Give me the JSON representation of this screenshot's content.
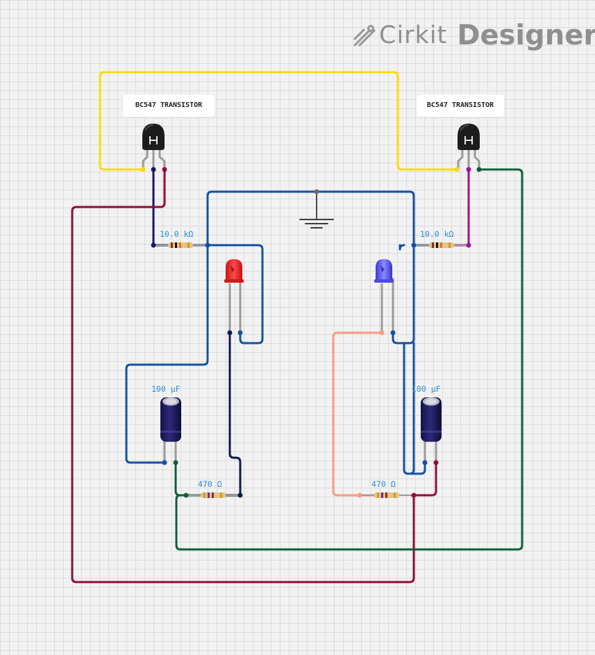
{
  "brand": {
    "name": "Cirkit",
    "product": "Designer",
    "icon": "cirkit-logo-icon"
  },
  "components": {
    "transistor_left": {
      "label": "BC547 TRANSISTOR"
    },
    "transistor_right": {
      "label": "BC547 TRANSISTOR"
    },
    "resistor_base_left": {
      "value": "10.0 kΩ"
    },
    "resistor_base_right": {
      "value": "10.0 kΩ"
    },
    "resistor_load_left": {
      "value": "470 Ω"
    },
    "resistor_load_right": {
      "value": "470 Ω"
    },
    "capacitor_left": {
      "value": "100 µF"
    },
    "capacitor_right": {
      "value": "100 µF"
    },
    "led_left": {
      "color": "red"
    },
    "led_right": {
      "color": "blue"
    },
    "ground": {
      "icon": "ground-symbol-icon"
    }
  },
  "wire_colors": {
    "yellow": "#f7dc0a",
    "navy": "#151569",
    "crimson": "#930a3c",
    "blue": "#1550a0",
    "green": "#0e5e3a",
    "purple": "#a0129a",
    "dark_navy": "#0e1a4a",
    "salmon": "#f79b80",
    "ground": "#4a4a4a"
  }
}
